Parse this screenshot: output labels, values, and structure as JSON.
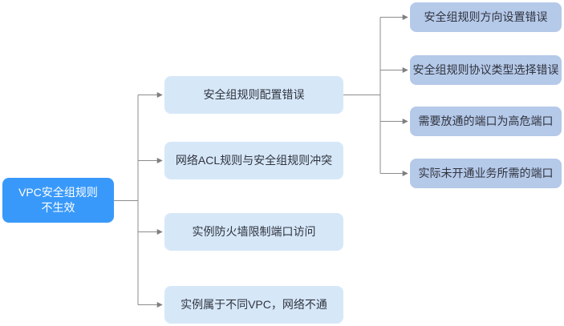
{
  "diagram": {
    "title": "VPC security group rule troubleshooting diagram",
    "root": {
      "label": "VPC安全组规则\n不生效"
    },
    "mid_nodes": [
      {
        "label": "安全组规则配置错误"
      },
      {
        "label": "网络ACL规则与安全组规则冲突"
      },
      {
        "label": "实例防火墙限制端口访问"
      },
      {
        "label": "实例属于不同VPC，网络不通"
      }
    ],
    "leaf_nodes": [
      {
        "label": "安全组规则方向设置错误"
      },
      {
        "label": "安全组规则协议类型选择错误"
      },
      {
        "label": "需要放通的端口为高危端口"
      },
      {
        "label": "实际未开通业务所需的端口"
      }
    ]
  },
  "colors": {
    "root_fill": "#3999FA",
    "root_text": "#FFFFFF",
    "mid_fill": "#D6E7F8",
    "leaf_fill": "#B5C9E9",
    "node_text": "#30343E",
    "line_color": "#8C8C8C",
    "arrow_color": "#7F7F7F",
    "canvas_bg": "#FFFFFF"
  }
}
